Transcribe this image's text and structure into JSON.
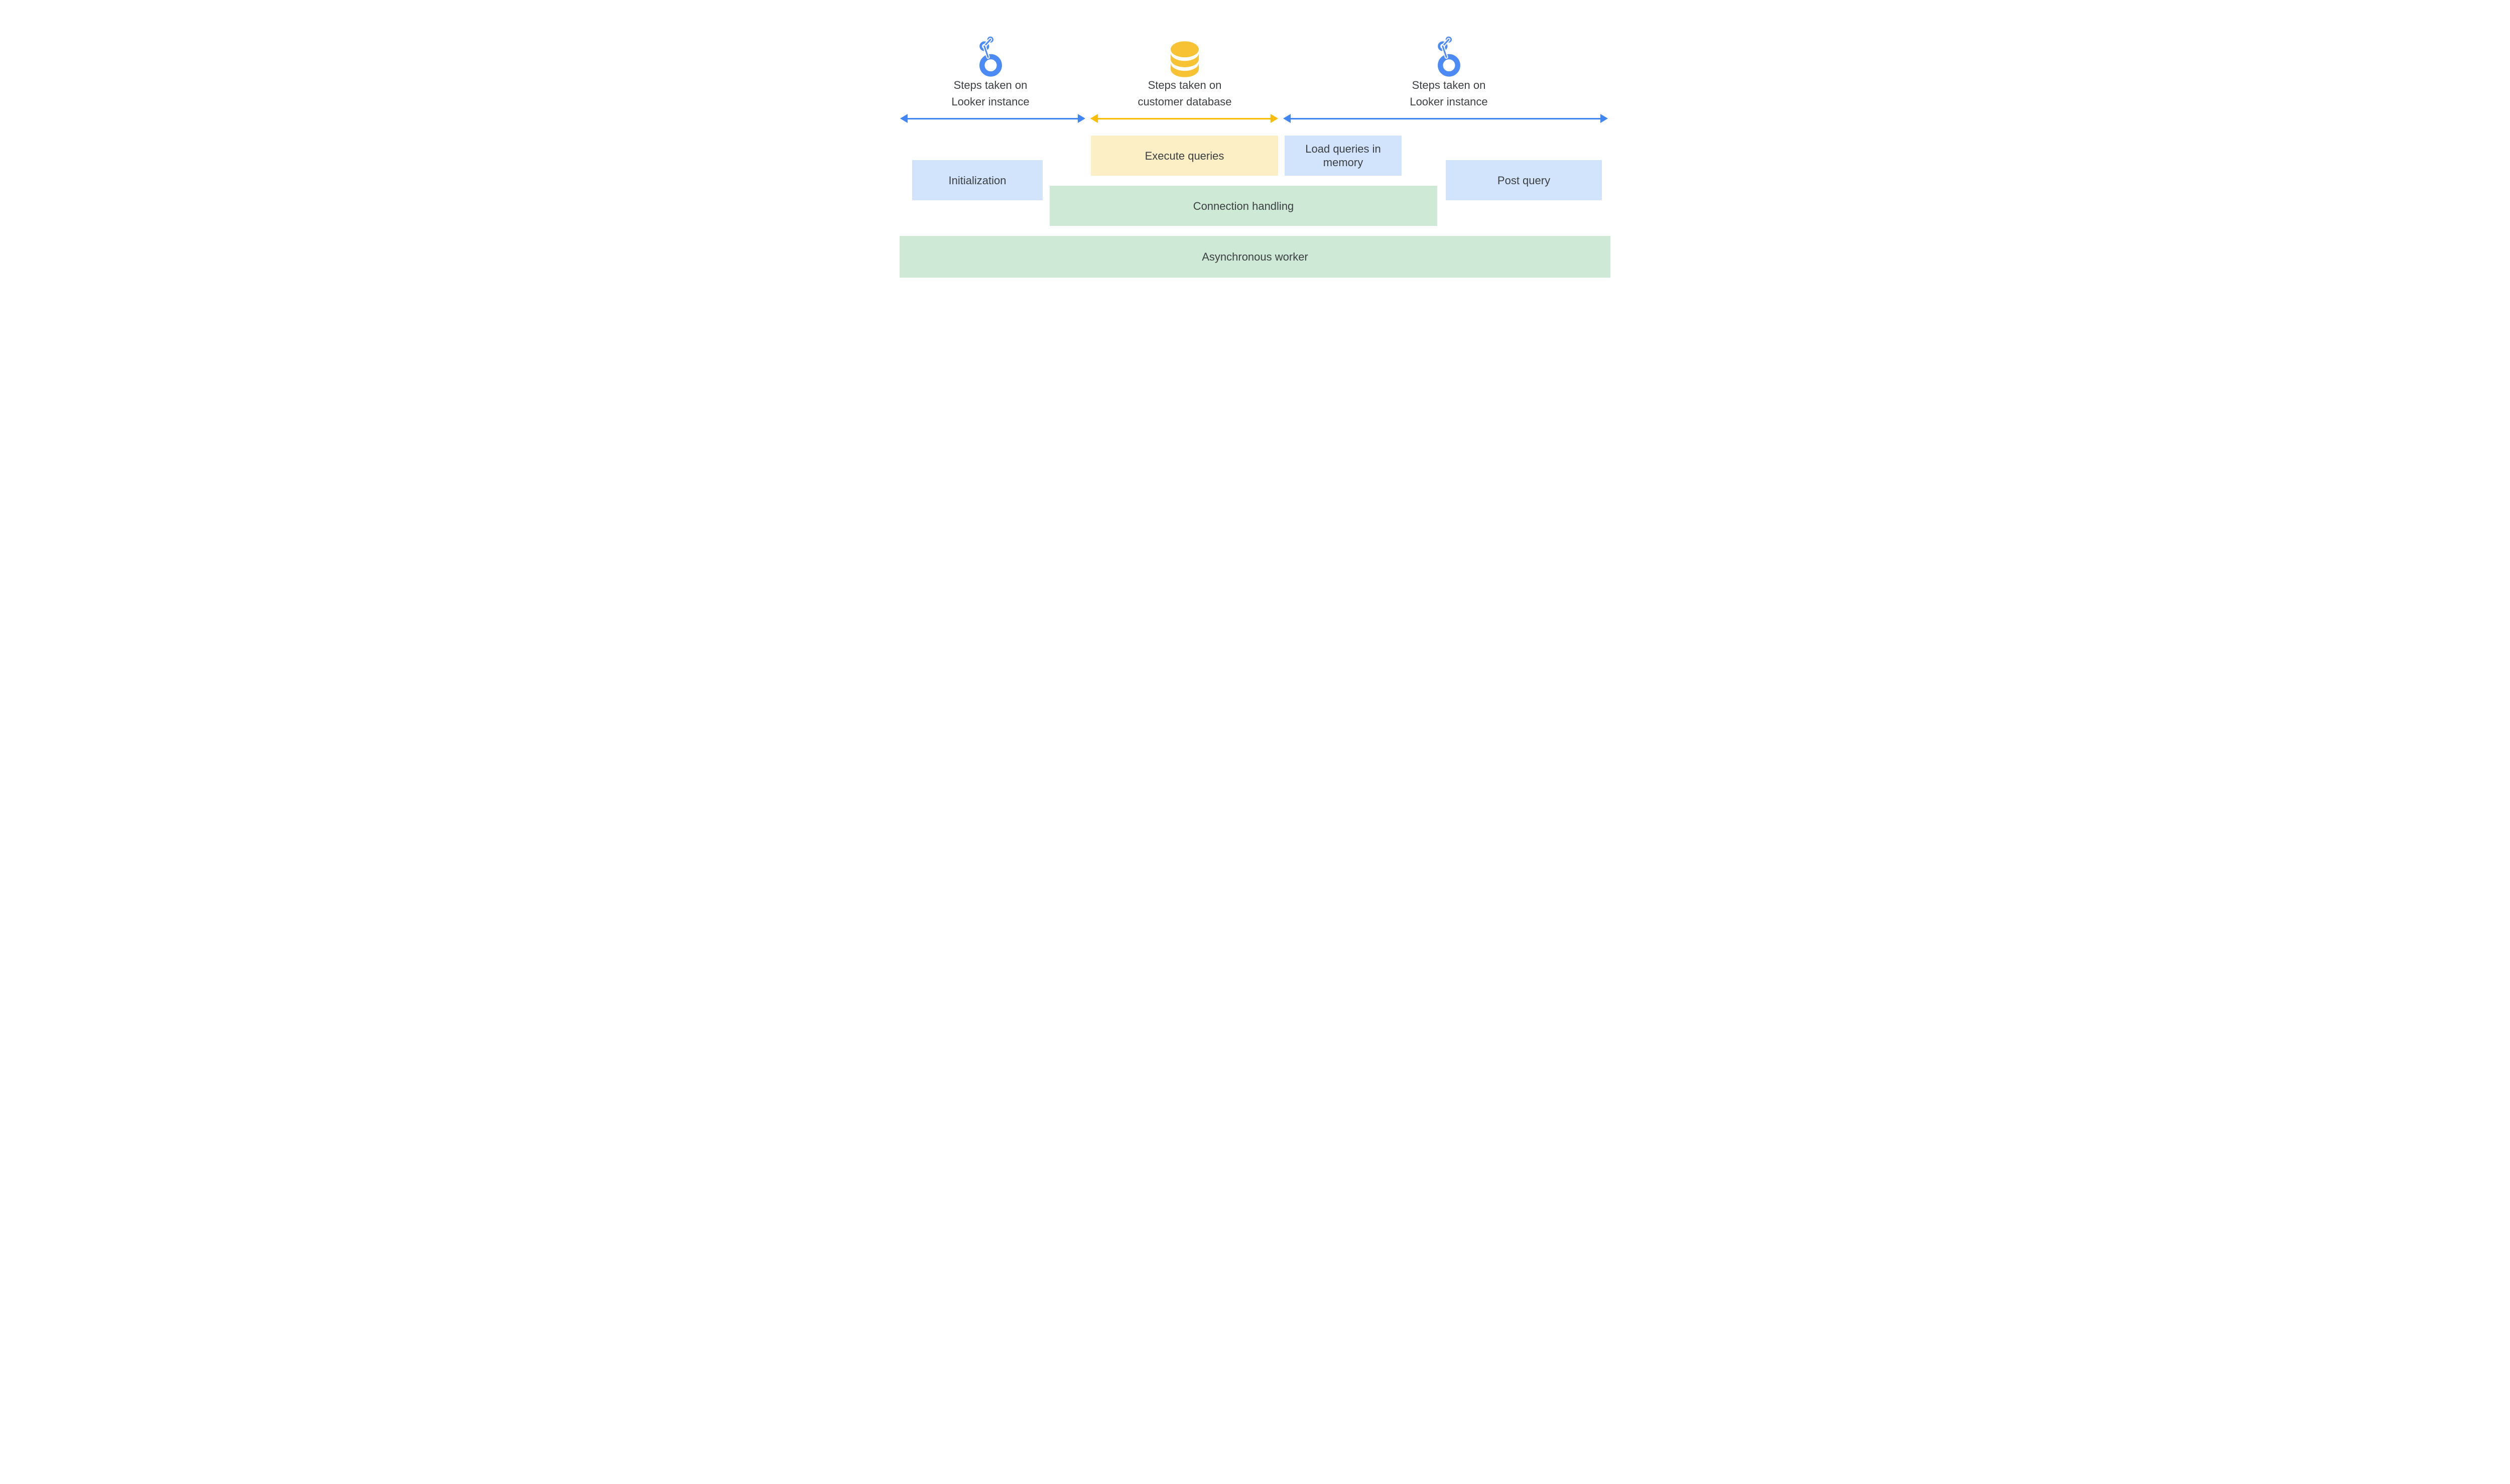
{
  "colors": {
    "background": "#ffffff",
    "text": "#3c4043",
    "blue_accent": "#4285f4",
    "looker_icon_blue": "#4c8bf5",
    "yellow_accent": "#fbbc04",
    "database_icon_yellow": "#f7c233",
    "light_blue_box": "#d2e3fc",
    "light_yellow_box": "#fceec5",
    "light_green_box": "#ceead6"
  },
  "sections": [
    {
      "icon": "looker-icon",
      "line1": "Steps taken on",
      "line2": "Looker instance"
    },
    {
      "icon": "database-icon",
      "line1": "Steps taken on",
      "line2": "customer database"
    },
    {
      "icon": "looker-icon",
      "line1": "Steps taken on",
      "line2": "Looker instance"
    }
  ],
  "boxes": {
    "initialization": "Initialization",
    "execute_queries": "Execute queries",
    "load_queries_in_memory": "Load queries in memory",
    "post_query": "Post query",
    "connection_handling": "Connection handling",
    "asynchronous_worker": "Asynchronous worker"
  }
}
